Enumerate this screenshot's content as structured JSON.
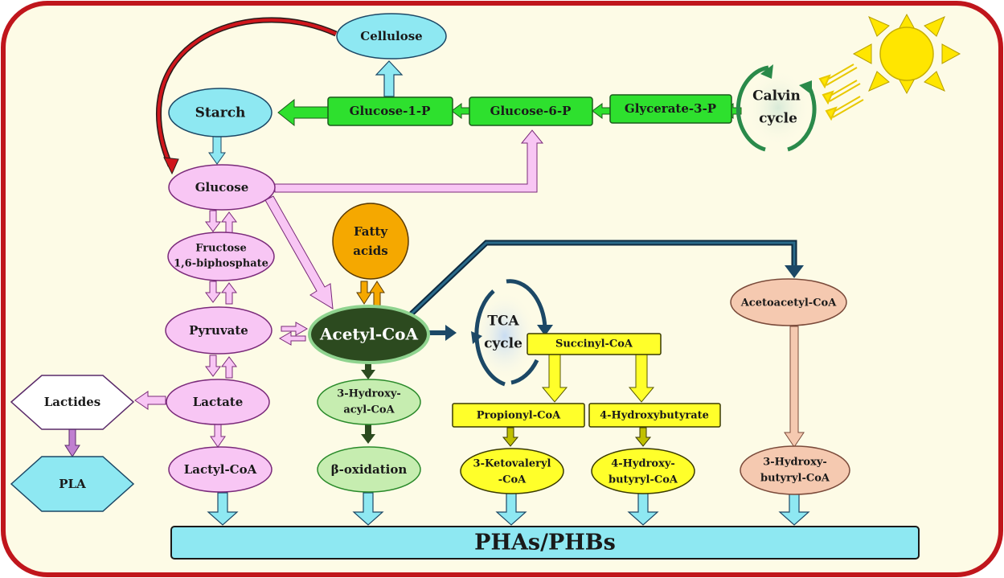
{
  "nodes": {
    "cellulose": "Cellulose",
    "starch": "Starch",
    "glucose_1_p": "Glucose-1-P",
    "glucose_6_p": "Glucose-6-P",
    "glycerate_3_p": "Glycerate-3-P",
    "calvin_line1": "Calvin",
    "calvin_line2": "cycle",
    "glucose": "Glucose",
    "fructose_line1": "Fructose",
    "fructose_line2": "1,6-biphosphate",
    "fatty_line1": "Fatty",
    "fatty_line2": "acids",
    "pyruvate": "Pyruvate",
    "acetyl_coa": "Acetyl-CoA",
    "tca_line1": "TCA",
    "tca_line2": "cycle",
    "succinyl_coa": "Succinyl-CoA",
    "acetoacetyl_coa": "Acetoacetyl-CoA",
    "lactides": "Lactides",
    "lactate": "Lactate",
    "hydroxyacyl_line1": "3-Hydroxy-",
    "hydroxyacyl_line2": "acyl-CoA",
    "propionyl_coa": "Propionyl-CoA",
    "hydroxybutyrate_4": "4-Hydroxybutyrate",
    "pla": "PLA",
    "lactyl_coa": "Lactyl-CoA",
    "beta_oxidation": "β-oxidation",
    "ketovaleryl_line1": "3-Ketovaleryl",
    "ketovaleryl_line2": "-CoA",
    "hydroxybutyryl4_line1": "4-Hydroxy-",
    "hydroxybutyryl4_line2": "butyryl-CoA",
    "hydroxybutyryl3_line1": "3-Hydroxy-",
    "hydroxybutyryl3_line2": "butyryl-CoA",
    "phas": "PHAs/PHBs"
  },
  "colors": {
    "frame_border": "#c0161c",
    "background": "#fdfbe6",
    "cyan": "#8ee8f2",
    "green": "#2ee02e",
    "pink": "#f8c6f4",
    "orange": "#f5a800",
    "dark_green": "#2c4a1f",
    "yellow": "#ffff2a",
    "light_green": "#c6edb0",
    "salmon": "#f5c9b0",
    "navy": "#1c4866",
    "sun": "#ffe600"
  }
}
